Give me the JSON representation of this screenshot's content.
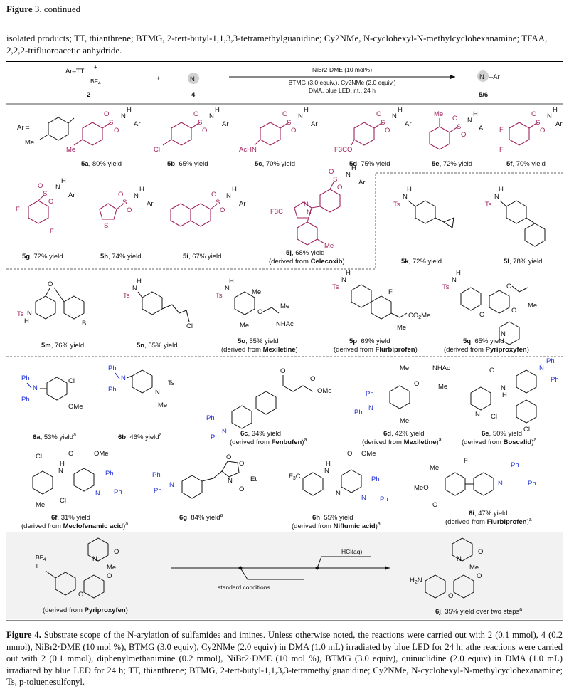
{
  "continued": {
    "label": "Figure",
    "num": "3",
    "rest": ". continued"
  },
  "legend_top": "isolated products; TT, thianthrene; BTMG, 2-tert-butyl-1,1,3,3-tetramethylguanidine; Cy2NMe, N-cyclohexyl-N-methylcyclohexanamine; TFAA, 2,2,2-trifluoroacetic anhydride.",
  "colors": {
    "magenta": "#a0245e",
    "blue": "#1f2fd8",
    "shade": "#f2f2f2",
    "circle": "#d0d0d0"
  },
  "scheme": {
    "reagent1": "Ar–TT",
    "reagent1_plus": "+",
    "reagent1_counter": "BF4",
    "reagent1_num": "2",
    "plus": "+",
    "reagent2": "N",
    "reagent2_num": "4",
    "cond1": "NiBr2·DME (10 mol%)",
    "cond2": "BTMG (3.0 equiv.), Cy2NMe (2.0 equiv.)",
    "cond3": "DMA, blue LED, r.t., 24 h",
    "product": "N",
    "product_ar": "–Ar",
    "product_num": "5/6",
    "ar_def": "Ar =",
    "ar_me": "Me"
  },
  "products": [
    {
      "id": "5a",
      "yield": ", 80% yield",
      "sub": ""
    },
    {
      "id": "5b",
      "yield": ", 65% yield",
      "sub": ""
    },
    {
      "id": "5c",
      "yield": ", 70% yield",
      "sub": ""
    },
    {
      "id": "5d",
      "yield": ", 75% yield",
      "sub": ""
    },
    {
      "id": "5e",
      "yield": ", 72% yield",
      "sub": ""
    },
    {
      "id": "5f",
      "yield": ", 70% yield",
      "sub": ""
    },
    {
      "id": "5g",
      "yield": ", 72% yield",
      "sub": ""
    },
    {
      "id": "5h",
      "yield": ", 74% yield",
      "sub": ""
    },
    {
      "id": "5i",
      "yield": ", 67% yield",
      "sub": ""
    },
    {
      "id": "5j",
      "yield": ", 68% yield",
      "sub": "Celecoxib"
    },
    {
      "id": "5k",
      "yield": ", 72% yield",
      "sub": ""
    },
    {
      "id": "5l",
      "yield": ", 78% yield",
      "sub": ""
    },
    {
      "id": "5m",
      "yield": ", 76% yield",
      "sub": ""
    },
    {
      "id": "5n",
      "yield": ", 55% yield",
      "sub": ""
    },
    {
      "id": "5o",
      "yield": ", 55% yield",
      "sub": "Mexiletine"
    },
    {
      "id": "5p",
      "yield": ", 69% yield",
      "sub": "Flurbiprofen"
    },
    {
      "id": "5q",
      "yield": ", 65% yield",
      "sub": "Pyriproxyfen"
    },
    {
      "id": "6a",
      "yield": ", 53% yield",
      "sup": "a",
      "sub": ""
    },
    {
      "id": "6b",
      "yield": ", 46% yield",
      "sup": "a",
      "sub": ""
    },
    {
      "id": "6c",
      "yield": ", 34% yield",
      "sub": "Fenbufen",
      "sup": "a"
    },
    {
      "id": "6d",
      "yield": ", 42% yield",
      "sub": "Mexiletine",
      "sup": "a"
    },
    {
      "id": "6e",
      "yield": ", 50% yield",
      "sub": "Boscalid",
      "sup": "a"
    },
    {
      "id": "6f",
      "yield": ", 31% yield",
      "sub": "Meclofenamic acid",
      "sup": "a"
    },
    {
      "id": "6g",
      "yield": ", 84% yield",
      "sup": "a",
      "sub": ""
    },
    {
      "id": "6h",
      "yield": ", 55% yield",
      "sub": "Niflumic acid",
      "sup": "a"
    },
    {
      "id": "6i",
      "yield": ", 47% yield",
      "sub": "Flurbiprofen",
      "sup": "a"
    }
  ],
  "derived_prefix": "(derived from ",
  "derived_suffix": ")",
  "atoms": {
    "ar": "Ar",
    "n": "N",
    "h": "H",
    "s": "S",
    "o": "O",
    "me": "Me",
    "cl": "Cl",
    "f": "F",
    "br": "Br",
    "ts": "Ts",
    "ph": "Ph",
    "acnh": "AcNH",
    "f3co": "F3CO",
    "f3c": "F3C",
    "ome": "OMe",
    "co2me": "CO2Me",
    "nhac": "NHAc",
    "et": "Et",
    "meo": "MeO",
    "h2n": "H2N"
  },
  "bottom": {
    "start_counter": "BF4",
    "start_tt": "TT",
    "start_label": "(derived from Pyriproxyfen)",
    "arrow_top": "HCl(aq)",
    "arrow_bottom": "standard conditions",
    "product_id": "6j",
    "product_text": ", 35% yield over two steps",
    "product_sup": "a"
  },
  "caption": {
    "label": "Figure 4.",
    "text": "Substrate scope of the N-arylation of sulfamides and imines. Unless otherwise noted, the reactions were carried out with 2 (0.1 mmol), 4 (0.2 mmol), NiBr2·DME (10 mol %), BTMG (3.0 equiv), Cy2NMe (2.0 equiv) in DMA (1.0 mL) irradiated by blue LED for 24 h; athe reactions were carried out with 2 (0.1 mmol), diphenylmethanimine (0.2 mmol), NiBr2·DME (10 mol %), BTMG (3.0 equiv), quinuclidine (2.0 equiv) in DMA (1.0 mL) irradiated by blue LED for 24 h; TT, thianthrene; BTMG, 2-tert-butyl-1,1,3,3-tetramethylguanidine; Cy2NMe, N-cyclohexyl-N-methylcyclohexanamine; Ts, p-toluenesulfonyl."
  }
}
